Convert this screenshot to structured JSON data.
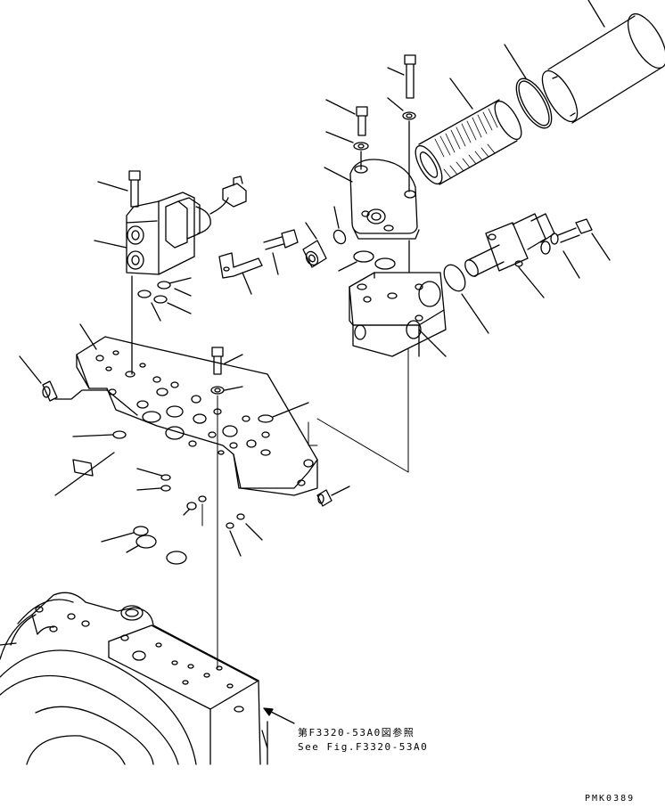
{
  "reference": {
    "jp": "第F3320-53A0図参照",
    "en": "See Fig.F3320-53A0"
  },
  "page_code": "PMK0389",
  "colors": {
    "line": "#000000",
    "background": "#ffffff"
  }
}
